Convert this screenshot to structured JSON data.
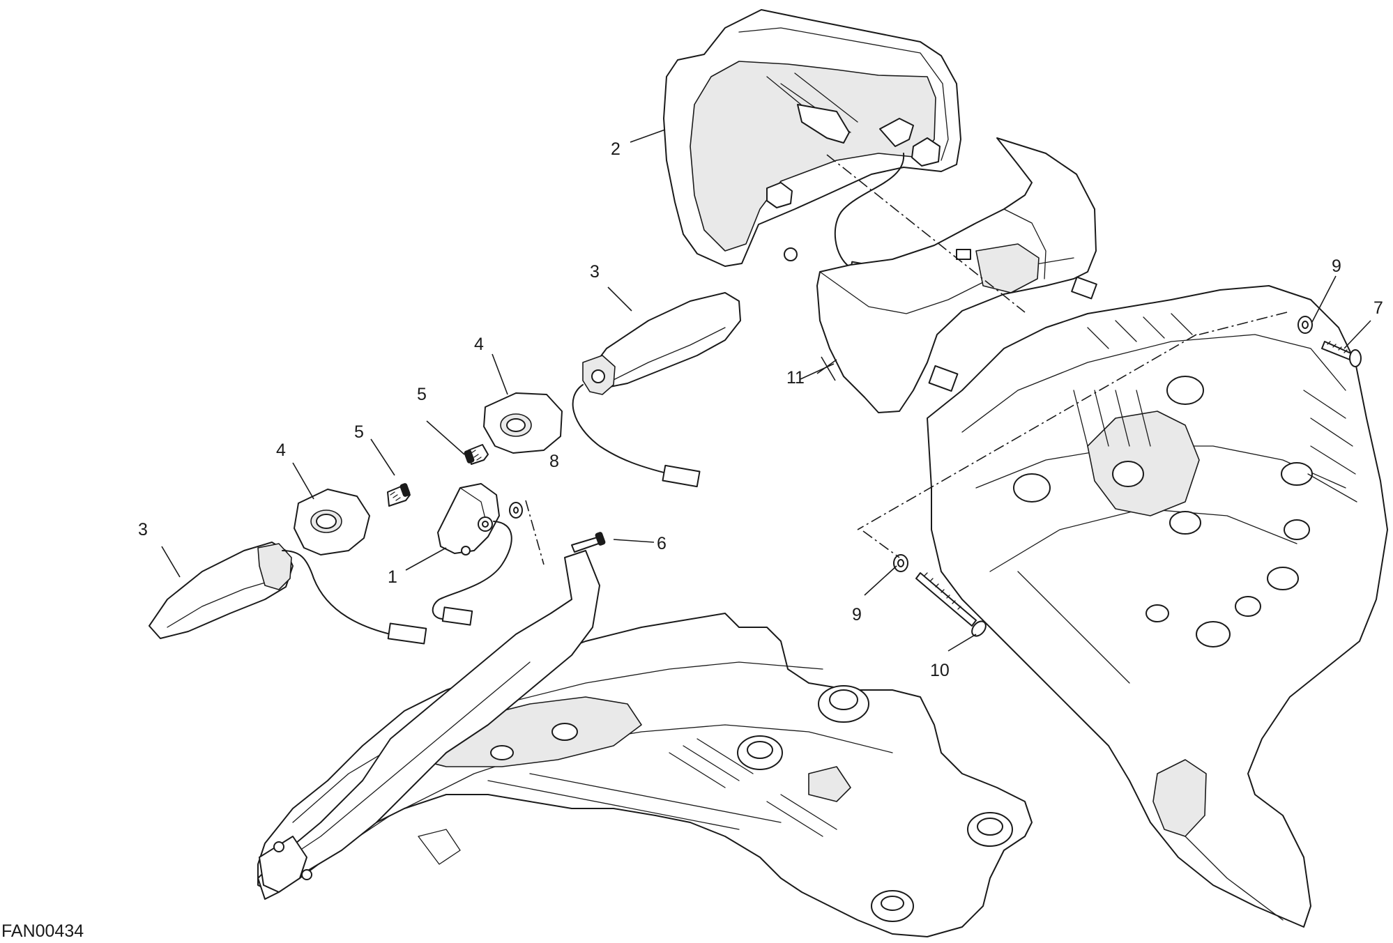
{
  "diagram": {
    "figure_code": "FAN00434",
    "callouts": [
      {
        "id": "c1",
        "label": "1"
      },
      {
        "id": "c2",
        "label": "2"
      },
      {
        "id": "c3a",
        "label": "3"
      },
      {
        "id": "c3b",
        "label": "3"
      },
      {
        "id": "c4a",
        "label": "4"
      },
      {
        "id": "c4b",
        "label": "4"
      },
      {
        "id": "c5a",
        "label": "5"
      },
      {
        "id": "c5b",
        "label": "5"
      },
      {
        "id": "c6",
        "label": "6"
      },
      {
        "id": "c7",
        "label": "7"
      },
      {
        "id": "c8",
        "label": "8"
      },
      {
        "id": "c9a",
        "label": "9"
      },
      {
        "id": "c9b",
        "label": "9"
      },
      {
        "id": "c10",
        "label": "10"
      },
      {
        "id": "c11",
        "label": "11"
      }
    ]
  }
}
